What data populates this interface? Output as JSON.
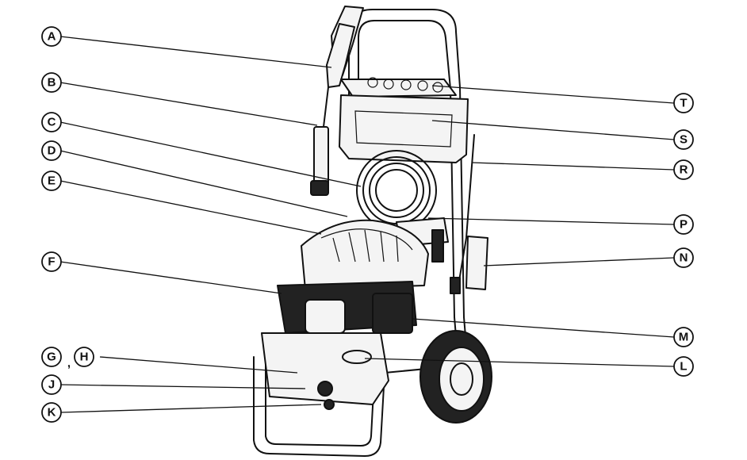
{
  "callouts": {
    "A": "A",
    "B": "B",
    "C": "C",
    "D": "D",
    "E": "E",
    "F": "F",
    "G": "G",
    "comma": ",",
    "H": "H",
    "J": "J",
    "K": "K",
    "T": "T",
    "S": "S",
    "R": "R",
    "P": "P",
    "N": "N",
    "M": "M",
    "L": "L"
  },
  "colors": {
    "ink": "#111111",
    "background": "#ffffff"
  }
}
